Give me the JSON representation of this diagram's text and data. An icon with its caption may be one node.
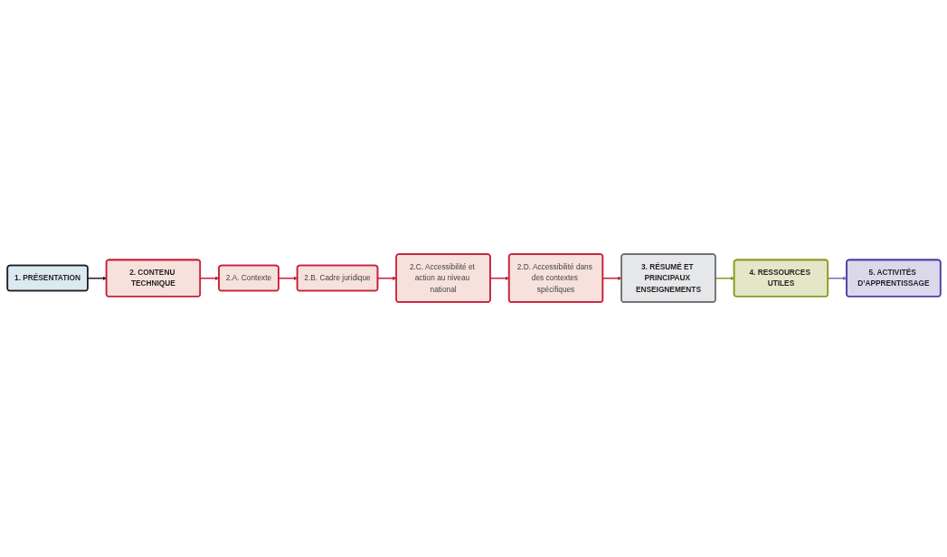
{
  "diagram": {
    "nodes": [
      {
        "text": [
          "1. PRÉSENTATION"
        ]
      },
      {
        "text": [
          "2. CONTENU TECHNIQUE"
        ]
      },
      {
        "text": [
          "2.A. Contexte"
        ]
      },
      {
        "text": [
          "2.B. Cadre juridique"
        ]
      },
      {
        "text": [
          "2.C. Accessibilité et action au niveau national"
        ]
      },
      {
        "text": [
          "2.D. Accessibilité dans des contextes spécifiques"
        ]
      },
      {
        "text": [
          "3. RÉSUMÉ ET PRINCIPAUX ENSEIGNEMENTS"
        ]
      },
      {
        "text": [
          "4. RESSOURCES UTILES"
        ]
      },
      {
        "text": [
          "5. ACTIVITÉS D’APPRENTISSAGE"
        ]
      }
    ],
    "edges": [
      {
        "from": 0,
        "to": 1,
        "arrow": "to",
        "color": "#231f20"
      },
      {
        "from": 1,
        "to": 2,
        "arrow": "to"
      },
      {
        "from": 2,
        "to": 3,
        "arrow": "to"
      },
      {
        "from": 3,
        "to": 4,
        "arrow": "to"
      },
      {
        "from": 4,
        "to": 5,
        "arrow": "to"
      },
      {
        "from": 5,
        "to": 6,
        "arrow": "to"
      },
      {
        "from": 6,
        "to": 7,
        "arrow": "to",
        "color": "#8a9a1e"
      },
      {
        "from": 7,
        "to": 8,
        "arrow": "to",
        "color": "#7b70b8"
      }
    ]
  }
}
